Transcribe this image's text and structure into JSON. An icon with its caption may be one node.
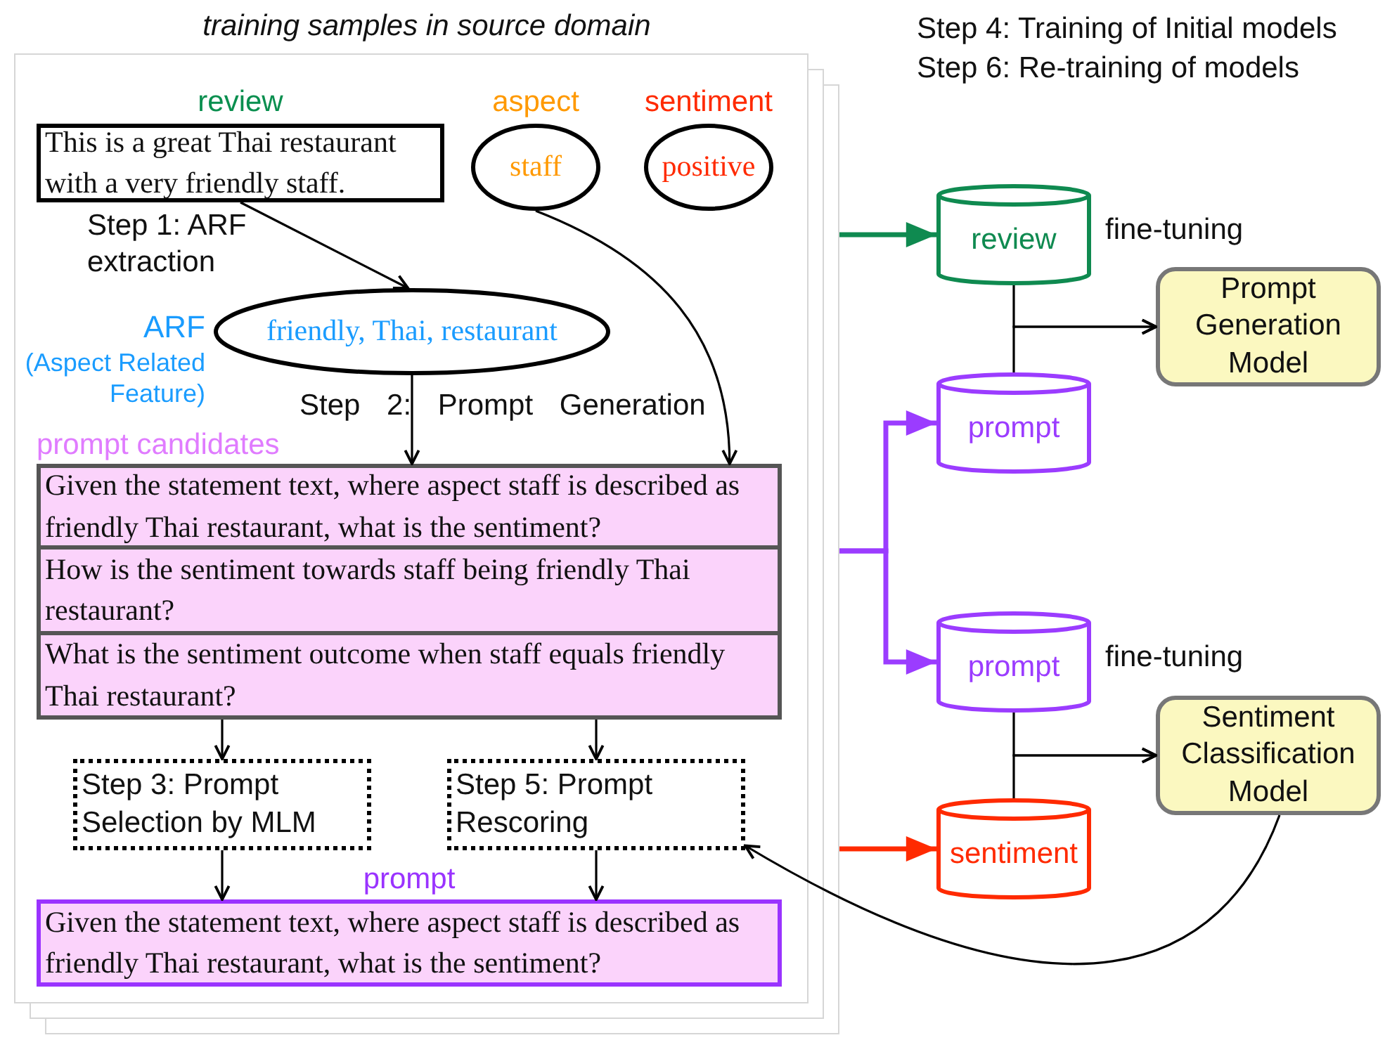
{
  "diagram": {
    "nodes": [
      {
        "text": [
          "training samples in source domain"
        ]
      },
      {
        "text": [
          "review",
          "This is a great Thai restaurant with a very friendly staff."
        ],
        "in": 0
      },
      {
        "text": [
          "aspect",
          "staff"
        ],
        "in": 0
      },
      {
        "text": [
          "sentiment",
          "positive"
        ],
        "in": 0
      },
      {
        "text": [
          "friendly, Thai, restaurant"
        ],
        "beside": [
          "ARF",
          "(Aspect Related Feature)"
        ],
        "in": 0
      },
      {
        "text": [
          "prompt candidates"
        ],
        "in": 0
      },
      {
        "text": [
          "Given the statement text, where aspect staff is described as friendly Thai restaurant, what is the sentiment?"
        ],
        "in": 5
      },
      {
        "text": [
          "How is the sentiment towards staff being friendly Thai restaurant?"
        ],
        "in": 5
      },
      {
        "text": [
          "What is the sentiment outcome when staff equals friendly Thai restaurant?"
        ],
        "in": 5
      },
      {
        "text": [
          "Step 3: Prompt Selection by MLM"
        ],
        "in": 0
      },
      {
        "text": [
          "Step 5: Prompt Rescoring"
        ],
        "in": 0
      },
      {
        "text": [
          "prompt",
          "Given the statement text, where aspect staff is described as friendly Thai restaurant, what is the sentiment?"
        ],
        "in": 0
      },
      {
        "text": [
          "review"
        ],
        "beside": [
          "fine-tuning"
        ]
      },
      {
        "text": [
          "prompt"
        ]
      },
      {
        "text": [
          "prompt"
        ],
        "beside": [
          "fine-tuning"
        ]
      },
      {
        "text": [
          "sentiment"
        ]
      },
      {
        "text": [
          "Prompt Generation Model"
        ]
      },
      {
        "text": [
          "Sentiment Classification Model"
        ]
      }
    ],
    "edges": [
      {
        "from": 1,
        "to": 4,
        "arrow": "to",
        "label": "Step 1: ARF extraction"
      },
      {
        "from": 4,
        "to": 5,
        "arrow": "to"
      },
      {
        "from": 2,
        "to": 5,
        "arrow": "to"
      },
      {
        "from": 5,
        "to": 9,
        "arrow": "to"
      },
      {
        "from": 5,
        "to": 10,
        "arrow": "to"
      },
      {
        "from": 9,
        "to": 11,
        "arrow": "to"
      },
      {
        "from": 10,
        "to": 11,
        "arrow": "to"
      },
      {
        "from": 0,
        "to": 12,
        "arrow": "to",
        "style": "thick",
        "color": "#0f8a50"
      },
      {
        "from": 0,
        "to": 13,
        "arrow": "to",
        "style": "thick",
        "color": "#9b3cff"
      },
      {
        "from": 0,
        "to": 14,
        "arrow": "to",
        "style": "thick",
        "color": "#9b3cff"
      },
      {
        "from": 0,
        "to": 15,
        "arrow": "to",
        "style": "thick",
        "color": "#ff2a00"
      },
      {
        "from": 12,
        "to": 16,
        "arrow": "to"
      },
      {
        "from": 13,
        "to": 16,
        "arrow": "to"
      },
      {
        "from": 14,
        "to": 17,
        "arrow": "to"
      },
      {
        "from": 15,
        "to": 17,
        "arrow": "to"
      },
      {
        "from": 17,
        "to": 10,
        "arrow": "to"
      }
    ],
    "labels": [
      "Step 2: Prompt Generation",
      "Step 4: Training of Initial models",
      "Step 6: Re-training of models"
    ]
  }
}
